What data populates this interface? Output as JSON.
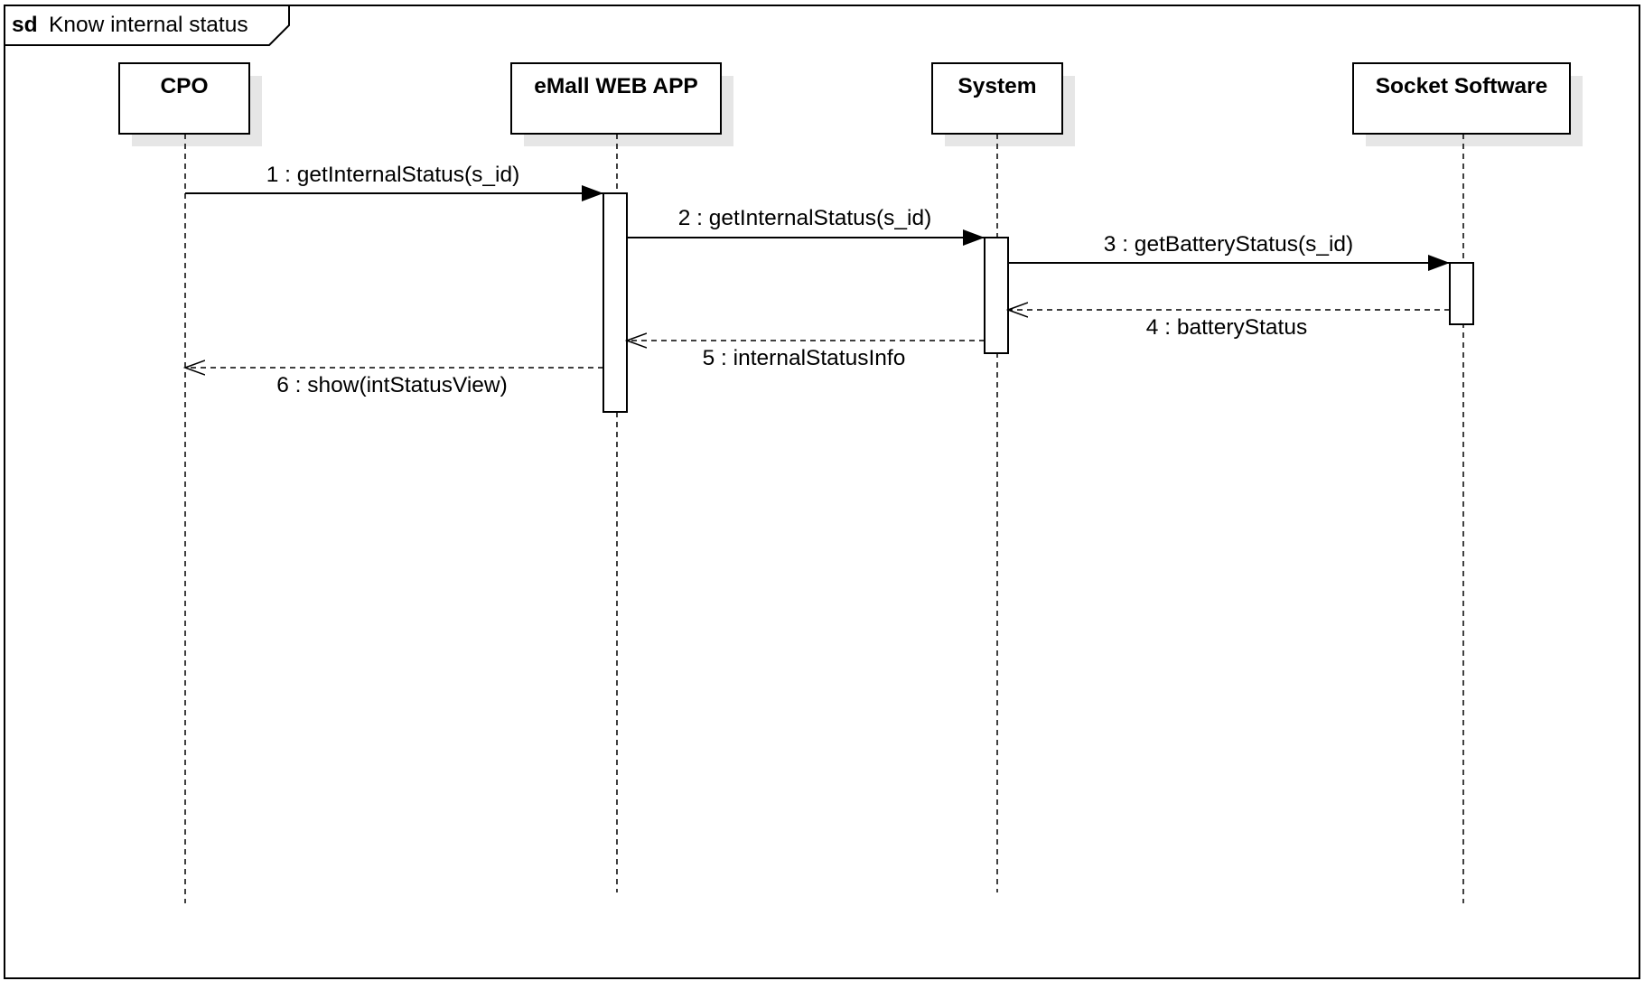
{
  "frame": {
    "keyword": "sd",
    "title": "Know internal status"
  },
  "lifelines": [
    {
      "id": "cpo",
      "name": "CPO"
    },
    {
      "id": "webapp",
      "name": "eMall WEB APP"
    },
    {
      "id": "system",
      "name": "System"
    },
    {
      "id": "socket",
      "name": "Socket Software"
    }
  ],
  "messages": [
    {
      "n": 1,
      "label": "1 : getInternalStatus(s_id)",
      "from": "cpo",
      "to": "webapp",
      "kind": "sync"
    },
    {
      "n": 2,
      "label": "2 : getInternalStatus(s_id)",
      "from": "webapp",
      "to": "system",
      "kind": "sync"
    },
    {
      "n": 3,
      "label": "3 : getBatteryStatus(s_id)",
      "from": "system",
      "to": "socket",
      "kind": "sync"
    },
    {
      "n": 4,
      "label": "4 : batteryStatus",
      "from": "socket",
      "to": "system",
      "kind": "reply"
    },
    {
      "n": 5,
      "label": "5 : internalStatusInfo",
      "from": "system",
      "to": "webapp",
      "kind": "reply"
    },
    {
      "n": 6,
      "label": "6 : show(intStatusView)",
      "from": "webapp",
      "to": "cpo",
      "kind": "reply"
    }
  ]
}
